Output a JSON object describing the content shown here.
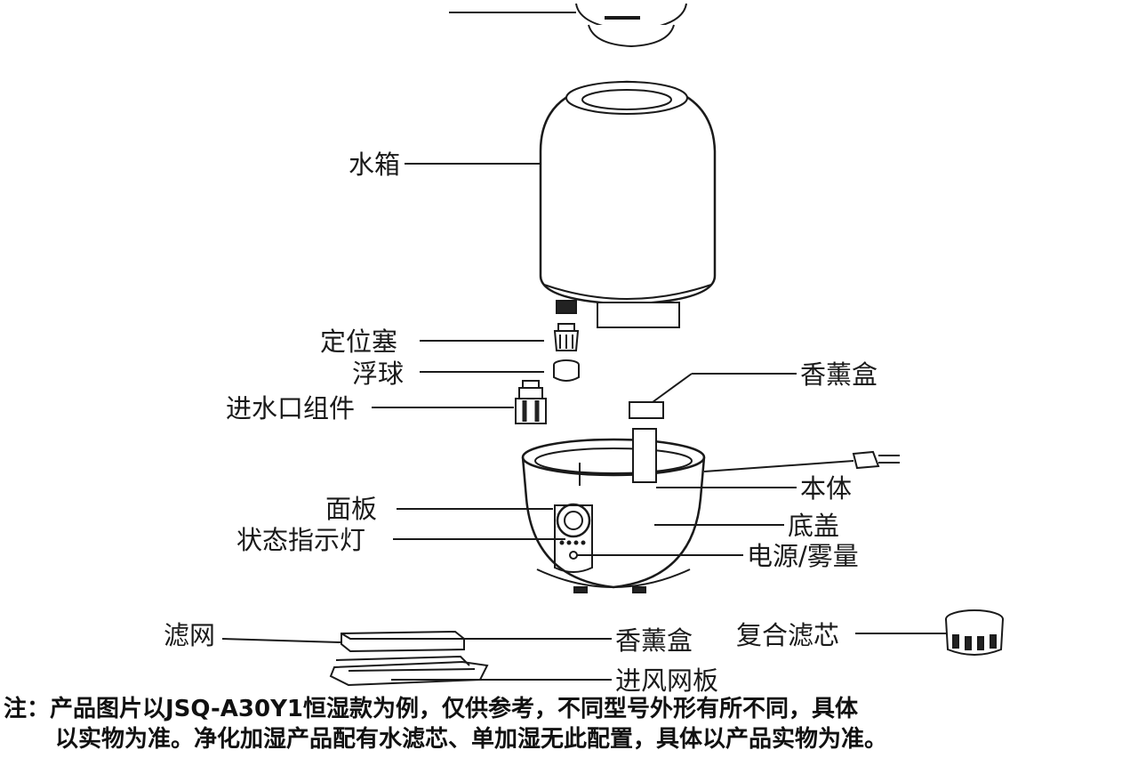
{
  "labels": {
    "water_tank": "水箱",
    "locating_plug": "定位塞",
    "float_ball": "浮球",
    "water_inlet_assembly": "进水口组件",
    "aroma_box_top": "香薰盒",
    "main_body": "本体",
    "panel": "面板",
    "bottom_cover": "底盖",
    "status_indicator": "状态指示灯",
    "power_mist": "电源/雾量",
    "filter_mesh": "滤网",
    "aroma_box_bottom": "香薰盒",
    "composite_filter": "复合滤芯",
    "air_inlet_plate": "进风网板"
  },
  "note": {
    "line1": "注：产品图片以JSQ-A30Y1恒湿款为例，仅供参考，不同型号外形有所不同，具体",
    "line2": "以实物为准。净化加湿产品配有水滤芯、单加湿无此配置，具体以产品实物为准。"
  }
}
